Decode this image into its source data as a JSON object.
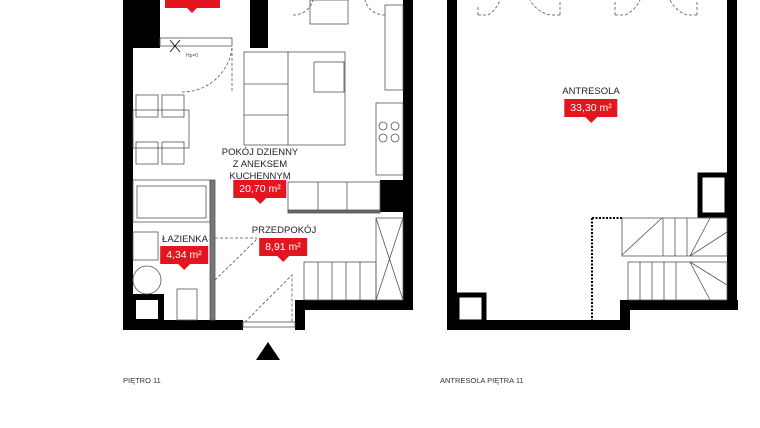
{
  "floor_plans": [
    {
      "caption": "PIĘTRO 11",
      "rooms": [
        {
          "name": "POKÓJ DZIENNY\nZ ANEKSEM\nKUCHENNYM",
          "area": "20,70 m²"
        },
        {
          "name": "ŁAZIENKA",
          "area": "4,34 m²"
        },
        {
          "name": "PRZEDPOKÓJ",
          "area": "8,91 m²"
        }
      ],
      "door_annotation": "Hp=0",
      "entrance_marker": "triangle-up"
    },
    {
      "caption": "ANTRESOLA PIĘTRA 11",
      "rooms": [
        {
          "name": "ANTRESOLA",
          "area": "33,30 m²"
        }
      ]
    }
  ],
  "colors": {
    "badge": "#e3161f",
    "wall": "#000000",
    "line": "#555555"
  }
}
